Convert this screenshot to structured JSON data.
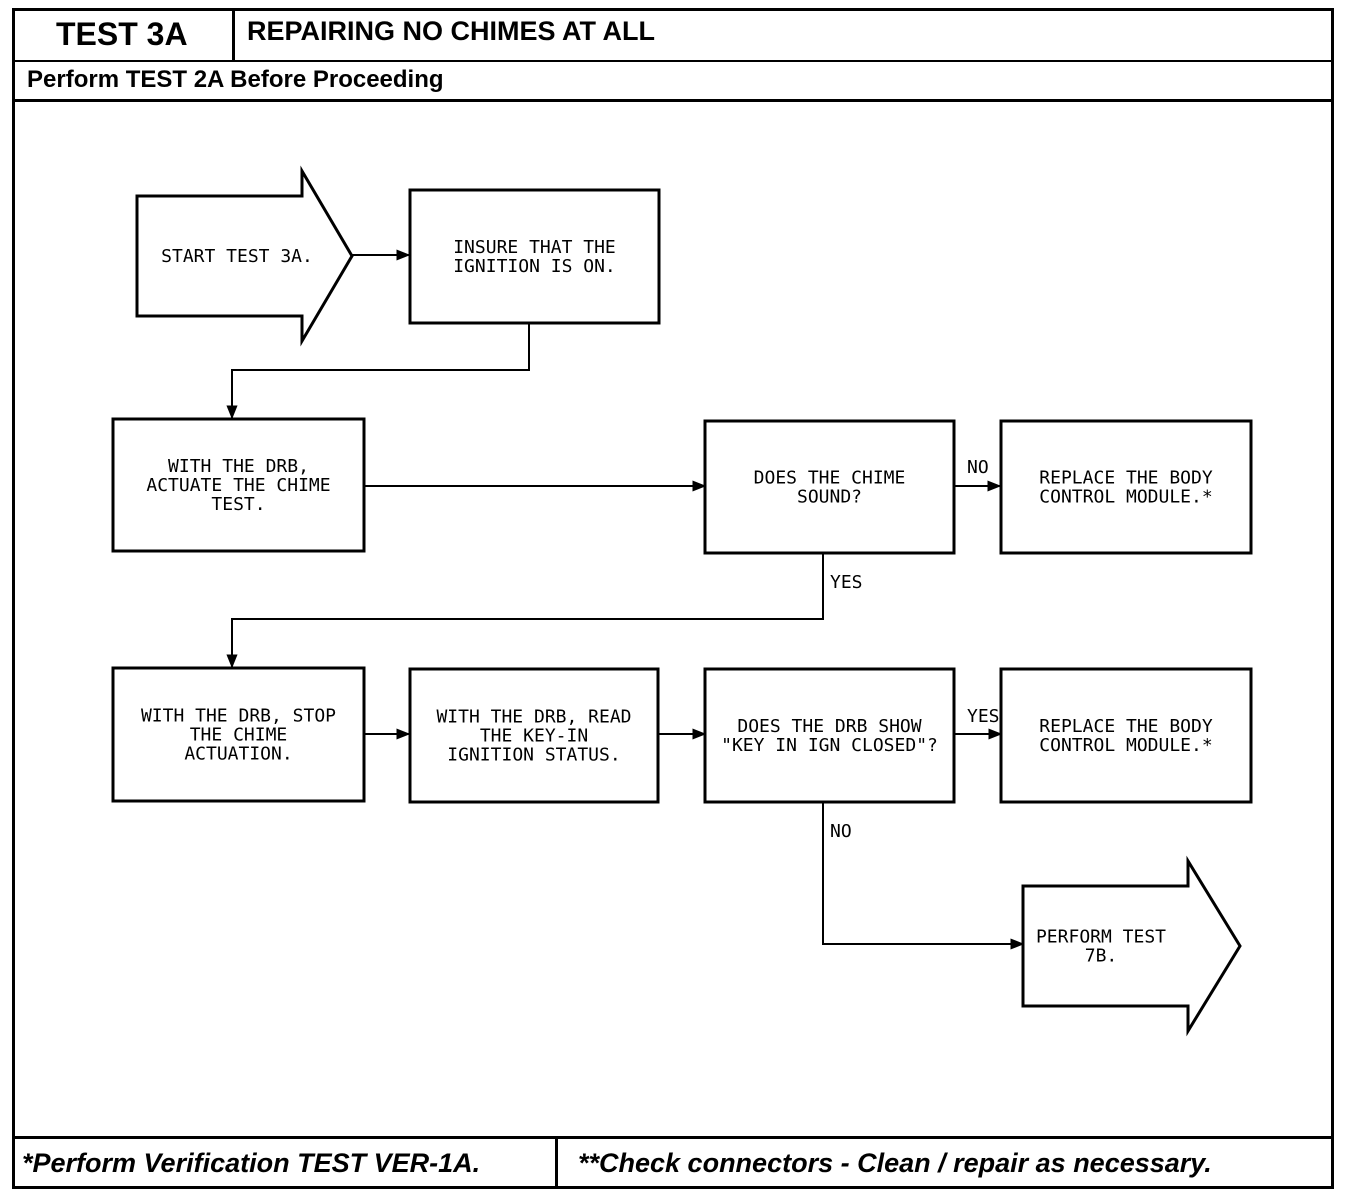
{
  "header": {
    "test_id": "TEST 3A",
    "title": "REPAIRING NO CHIMES AT ALL",
    "prerequisite": "Perform TEST 2A Before Proceeding"
  },
  "nodes": {
    "start": [
      "START TEST 3A."
    ],
    "ignition": [
      "INSURE THAT THE",
      "IGNITION IS ON."
    ],
    "actuate": [
      "WITH THE DRB,",
      "ACTUATE THE CHIME",
      "TEST."
    ],
    "chime_q": [
      "DOES THE CHIME",
      "SOUND?"
    ],
    "replace1": [
      "REPLACE THE BODY",
      "CONTROL MODULE.*"
    ],
    "stop": [
      "WITH THE DRB, STOP",
      "THE CHIME",
      "ACTUATION."
    ],
    "read": [
      "WITH THE DRB, READ",
      "THE KEY-IN",
      "IGNITION STATUS."
    ],
    "key_q": [
      "DOES THE DRB SHOW",
      "\"KEY IN IGN CLOSED\"?"
    ],
    "replace2": [
      "REPLACE THE BODY",
      "CONTROL MODULE.*"
    ],
    "perform7b": [
      "PERFORM TEST",
      "7B."
    ]
  },
  "edge_labels": {
    "chime_no": "NO",
    "chime_yes": "YES",
    "key_yes": "YES",
    "key_no": "NO"
  },
  "footer": {
    "note_left": "*Perform Verification TEST VER-1A.",
    "note_right": "**Check connectors - Clean / repair as necessary."
  }
}
